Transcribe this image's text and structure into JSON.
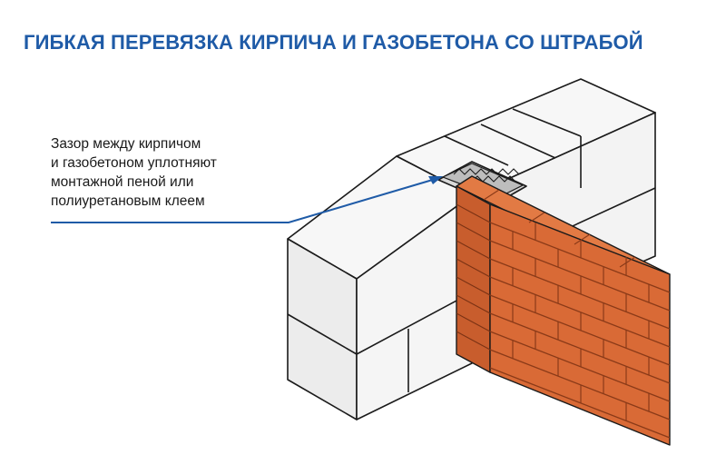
{
  "title": "ГИБКАЯ ПЕРЕВЯЗКА КИРПИЧА И ГАЗОБЕТОНА СО ШТРАБОЙ",
  "callout": {
    "lines": [
      "Зазор между кирпичом",
      "и газобетоном уплотняют",
      "монтажной пеной или",
      "полиуретановым клеем"
    ]
  },
  "colors": {
    "title": "#1f5ba7",
    "leader_line": "#1f5ba7",
    "block_top": "#f7f7f7",
    "block_front": "#ececec",
    "block_side": "#f3f3f3",
    "brick_face": "#d96a36",
    "brick_top": "#e27a44",
    "mortar": "#a44a22",
    "outline": "#1a1a1a",
    "foam": "#9a9a9a"
  },
  "icons": [
    "aerated-concrete-block-wall",
    "brick-wall",
    "gap-foam-fill",
    "leader-arrow"
  ]
}
